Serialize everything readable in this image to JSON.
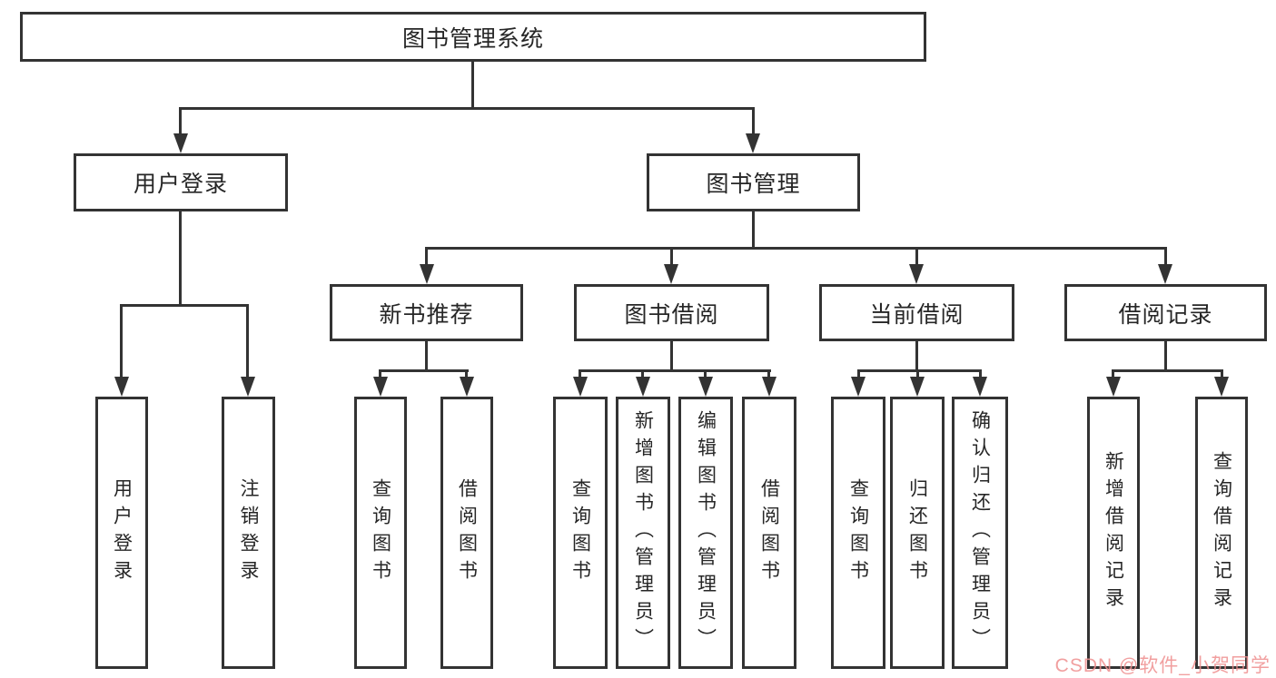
{
  "diagram_title": "图书管理系统",
  "colors": {
    "background": "#ffffff",
    "line": "#333333",
    "text": "#262626",
    "watermark": "#ef8f8f"
  },
  "nodes": {
    "root": {
      "label": "图书管理系统"
    },
    "user_login": {
      "label": "用户登录"
    },
    "book_mgmt": {
      "label": "图书管理"
    },
    "new_book_rec": {
      "label": "新书推荐"
    },
    "book_borrow": {
      "label": "图书借阅"
    },
    "current_borrow": {
      "label": "当前借阅"
    },
    "borrow_record": {
      "label": "借阅记录"
    },
    "leaf_user_login": {
      "label": "用户登录"
    },
    "leaf_logout": {
      "label": "注销登录"
    },
    "leaf_nbr_query": {
      "label": "查询图书"
    },
    "leaf_nbr_borrow": {
      "label": "借阅图书"
    },
    "leaf_bb_query": {
      "label": "查询图书"
    },
    "leaf_bb_add": {
      "label": "新增图书（管理员）"
    },
    "leaf_bb_edit": {
      "label": "编辑图书（管理员）"
    },
    "leaf_bb_borrow": {
      "label": "借阅图书"
    },
    "leaf_cb_query": {
      "label": "查询图书"
    },
    "leaf_cb_return": {
      "label": "归还图书"
    },
    "leaf_cb_confirm": {
      "label": "确认归还（管理员）"
    },
    "leaf_br_add": {
      "label": "新增借阅记录"
    },
    "leaf_br_query": {
      "label": "查询借阅记录"
    }
  },
  "hierarchy": {
    "图书管理系统": [
      "用户登录",
      "图书管理"
    ],
    "用户登录": [
      "用户登录",
      "注销登录"
    ],
    "图书管理": [
      "新书推荐",
      "图书借阅",
      "当前借阅",
      "借阅记录"
    ],
    "新书推荐": [
      "查询图书",
      "借阅图书"
    ],
    "图书借阅": [
      "查询图书",
      "新增图书（管理员）",
      "编辑图书（管理员）",
      "借阅图书"
    ],
    "当前借阅": [
      "查询图书",
      "归还图书",
      "确认归还（管理员）"
    ],
    "借阅记录": [
      "新增借阅记录",
      "查询借阅记录"
    ]
  },
  "watermark": {
    "text": "CSDN @软件_小贺同学"
  }
}
